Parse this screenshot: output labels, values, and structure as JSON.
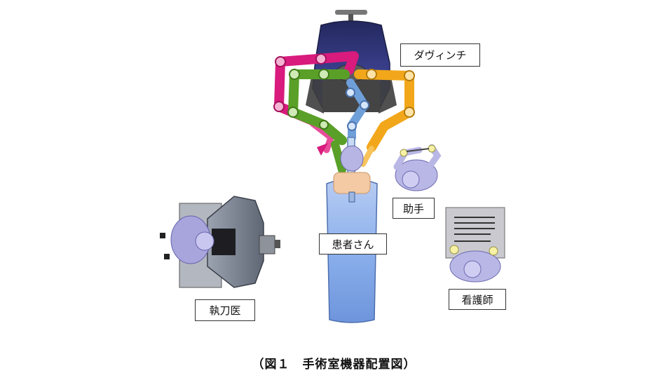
{
  "labels": {
    "davinci": "ダヴィンチ",
    "assistant": "助手",
    "patient": "患者さん",
    "surgeon": "執刀医",
    "nurse": "看護師"
  },
  "caption": "（図１　手術室機器配置図）",
  "colors": {
    "arm_pink": "#d81b7d",
    "arm_green": "#5aa028",
    "arm_yellow": "#f2a71a",
    "arm_blue": "#6f9fd8",
    "robot_navy": "#2a2f6e",
    "bed_blue": "#7fa8e8",
    "console_gray": "#6f7785",
    "staff_lavender": "#a8a6d8"
  }
}
